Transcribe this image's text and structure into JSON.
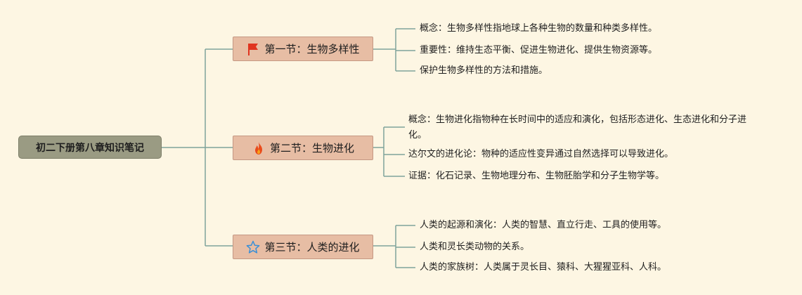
{
  "root": {
    "label": "初二下册第八章知识笔记"
  },
  "sections": [
    {
      "title": "第一节：生物多样性",
      "icon": "red-flag-icon",
      "items": [
        "概念：生物多样性指地球上各种生物的数量和种类多样性。",
        "重要性：维持生态平衡、促进生物进化、提供生物资源等。",
        "保护生物多样性的方法和措施。"
      ]
    },
    {
      "title": "第二节：生物进化",
      "icon": "fire-icon",
      "items": [
        "概念：生物进化指物种在长时间中的适应和演化，包括形态进化、生态进化和分子进化。",
        "达尔文的进化论：物种的适应性变异通过自然选择可以导致进化。",
        "证据：化石记录、生物地理分布、生物胚胎学和分子生物学等。"
      ]
    },
    {
      "title": "第三节：人类的进化",
      "icon": "star-outline-icon",
      "items": [
        "人类的起源和演化：人类的智慧、直立行走、工具的使用等。",
        "人类和灵长类动物的关系。",
        "人类的家族树：人类属于灵长目、猿科、大猩猩亚科、人科。"
      ]
    }
  ],
  "colors": {
    "background": "#fdf6e3",
    "root_fill": "#9a9b83",
    "section_fill": "#e7bda4",
    "connector": "#7fa39b",
    "flag": "#e0341f",
    "fire": "#e94b1b",
    "star": "#3a8fd6"
  }
}
